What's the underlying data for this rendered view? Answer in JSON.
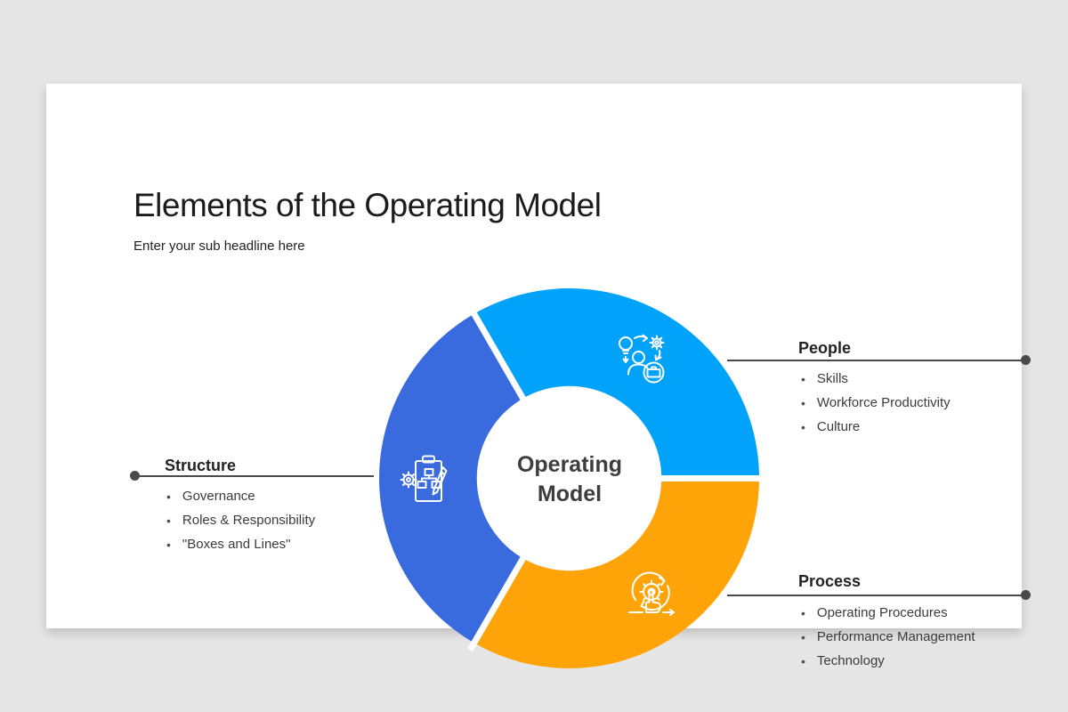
{
  "slide": {
    "title": "Elements of the Operating Model",
    "subtitle": "Enter your sub headline here",
    "center_label": "Operating Model"
  },
  "diagram": {
    "type": "donut-3-segment-infographic",
    "connector_color": "#4a4a4a",
    "background_color": "#e7e6e6",
    "segments": [
      {
        "label": "Structure",
        "color": "#3a6bde",
        "icon": "clipboard-orgchart-gear-pencil-icon",
        "items": [
          "Governance",
          "Roles & Responsibility",
          "\"Boxes and Lines\""
        ]
      },
      {
        "label": "People",
        "color": "#00a2fa",
        "icon": "idea-gear-person-briefcase-icon",
        "items": [
          "Skills",
          "Workforce Productivity",
          "Culture"
        ]
      },
      {
        "label": "Process",
        "color": "#ffa408",
        "icon": "gear-hand-cycle-arrow-icon",
        "items": [
          "Operating Procedures",
          "Performance Management",
          "Technology"
        ]
      }
    ]
  }
}
